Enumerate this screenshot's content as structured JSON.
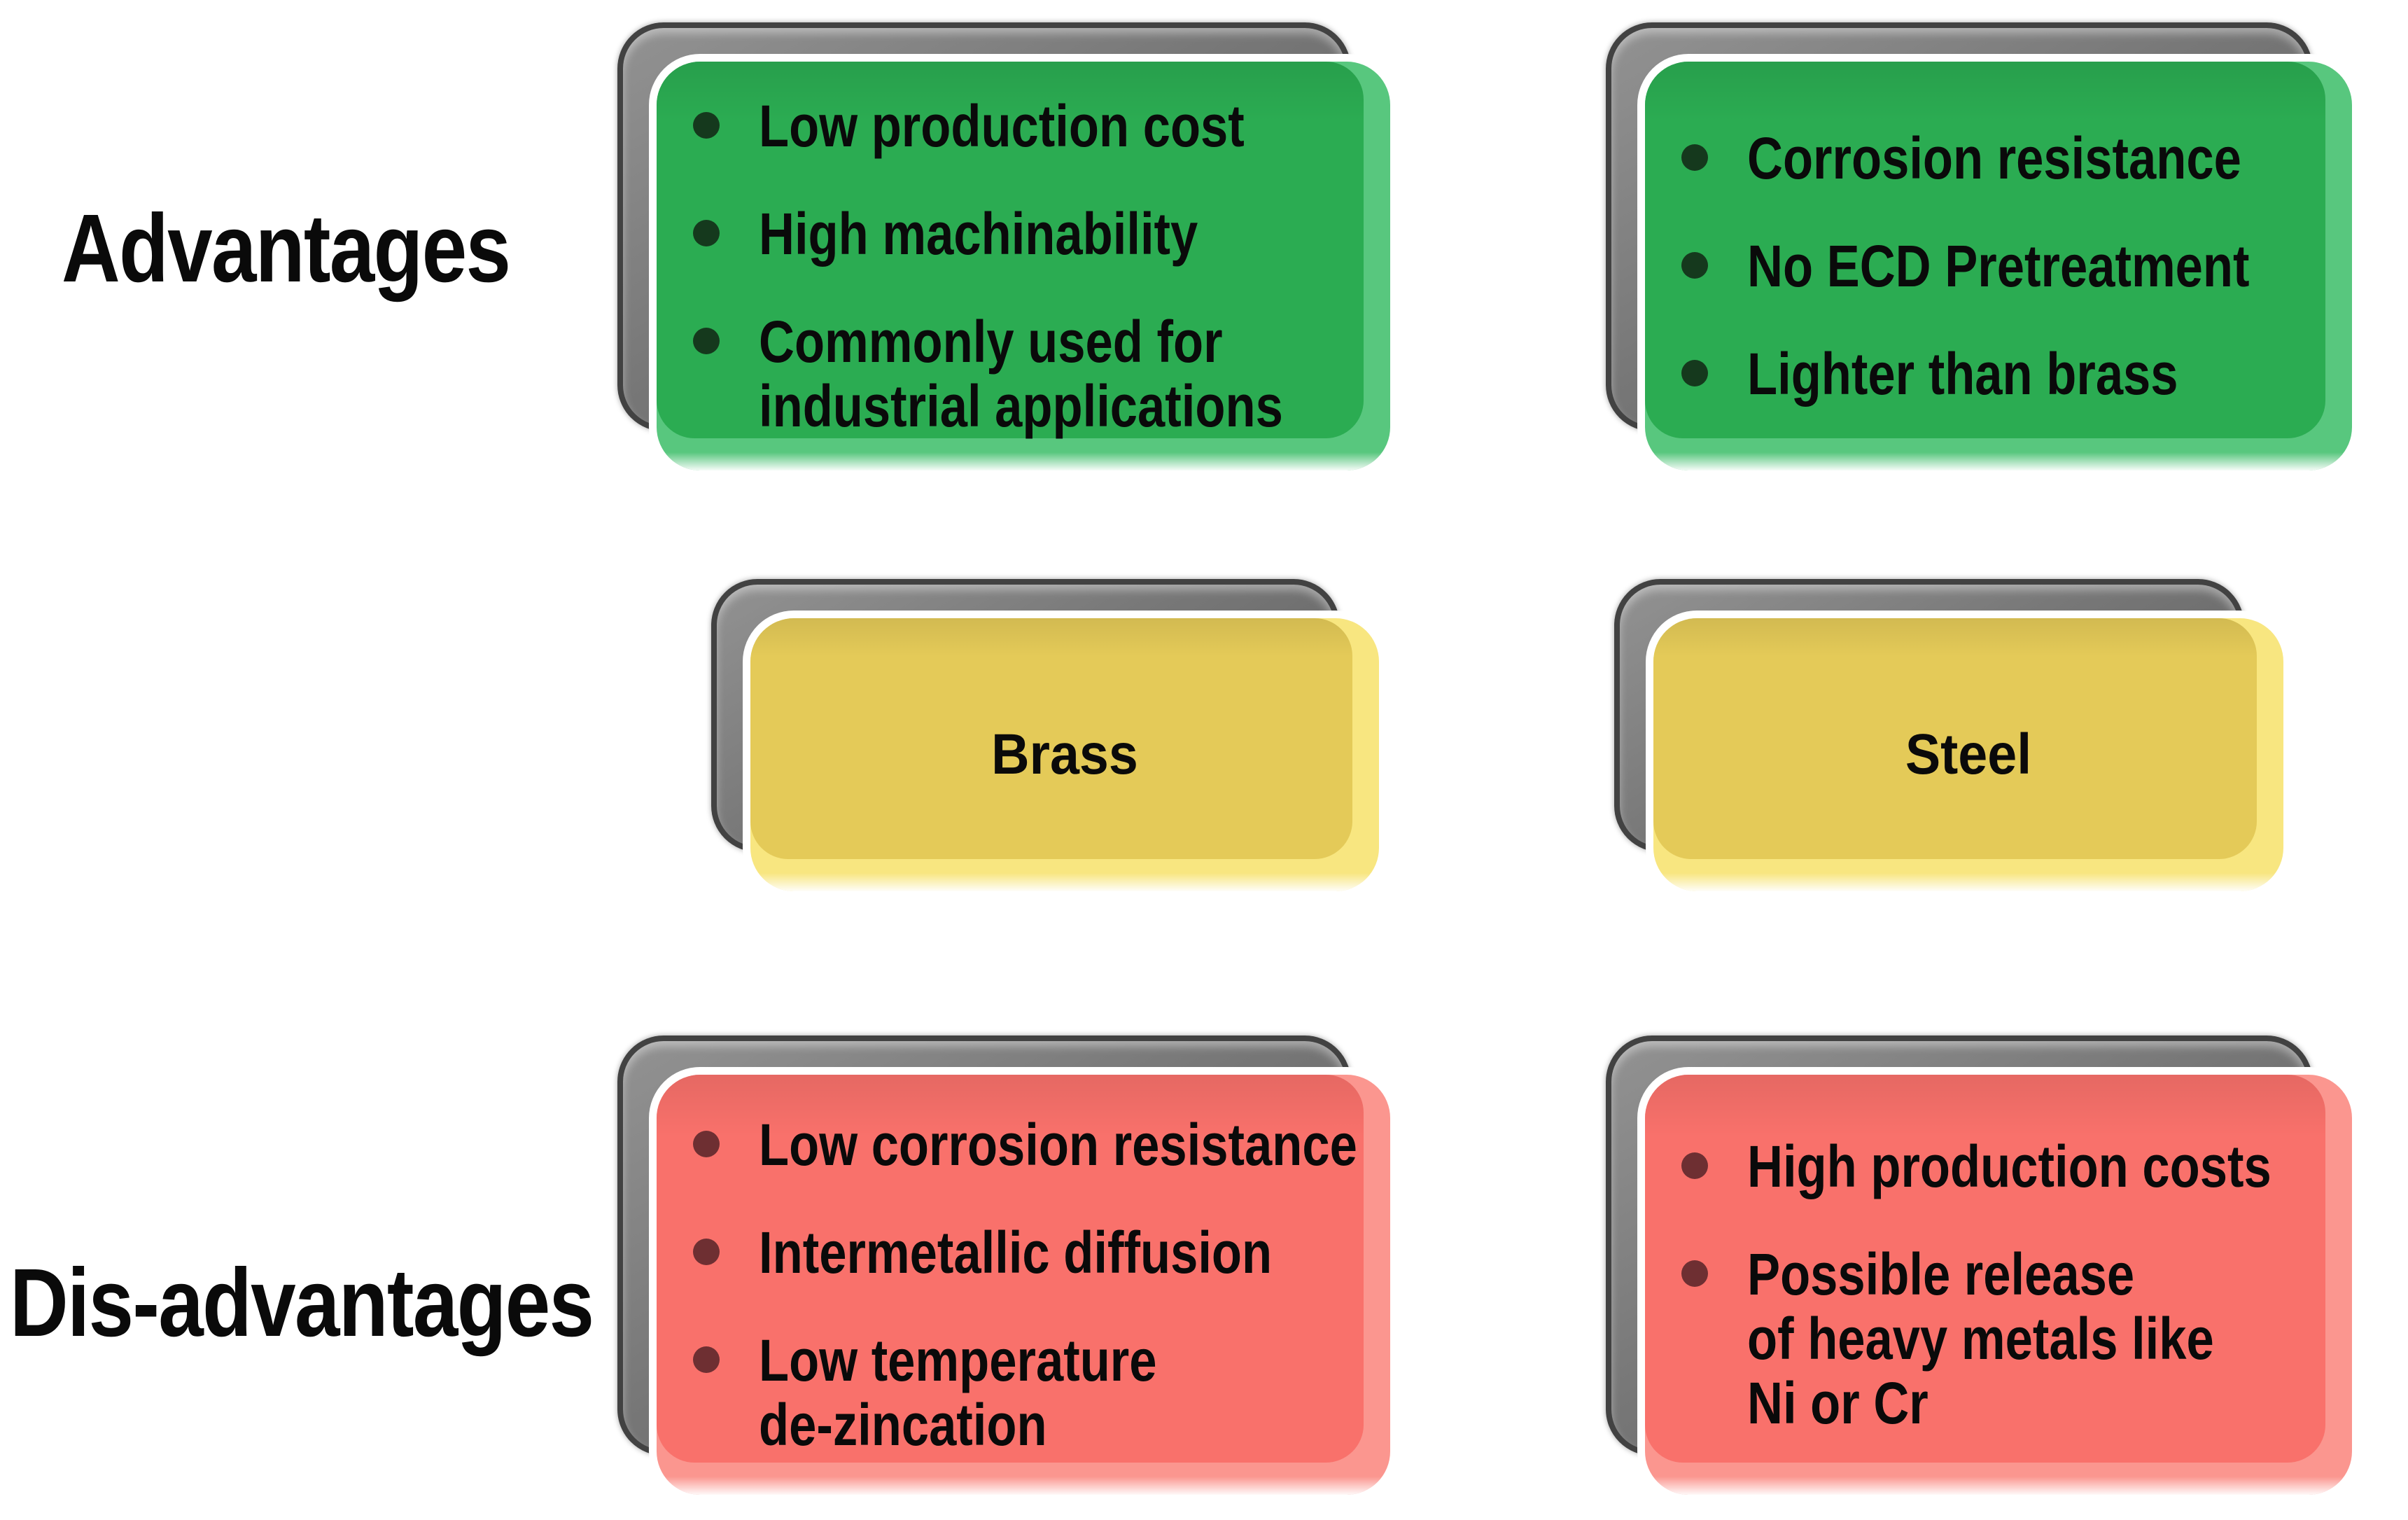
{
  "diagram": {
    "row_labels": {
      "advantages": "Advantages",
      "disadvantages": "Dis-advantages"
    },
    "columns": [
      "Brass",
      "Steel"
    ],
    "cards": {
      "brass_advantages": {
        "kind": "advantages",
        "items": [
          "Low production cost",
          "High machinability",
          "Commonly used for\nindustrial applications"
        ]
      },
      "steel_advantages": {
        "kind": "advantages",
        "items": [
          "Corrosion resistance",
          "No ECD Pretreatment",
          "Lighter than brass"
        ]
      },
      "brass_title": {
        "label": "Brass"
      },
      "steel_title": {
        "label": "Steel"
      },
      "brass_disadvantages": {
        "kind": "disadvantages",
        "items": [
          "Low corrosion resistance",
          "Intermetallic diffusion",
          "Low temperature\nde-zincation"
        ]
      },
      "steel_disadvantages": {
        "kind": "disadvantages",
        "items": [
          "High production costs",
          "Possible release\nof heavy metals like\nNi or Cr"
        ]
      }
    }
  },
  "colors": {
    "advantage_green": "#2bac52",
    "advantage_green_light": "#58c77e",
    "material_yellow": "#e4ca58",
    "material_yellow_light": "#f8e680",
    "disadvantage_red": "#f9716b",
    "disadvantage_red_light": "#fb968f",
    "shadow_gray": "#777777",
    "shadow_border": "#424242",
    "bullet_dark_green": "#15391d",
    "bullet_maroon": "#6e2f32",
    "text_black": "#0a0a0a",
    "background_white": "#ffffff"
  }
}
